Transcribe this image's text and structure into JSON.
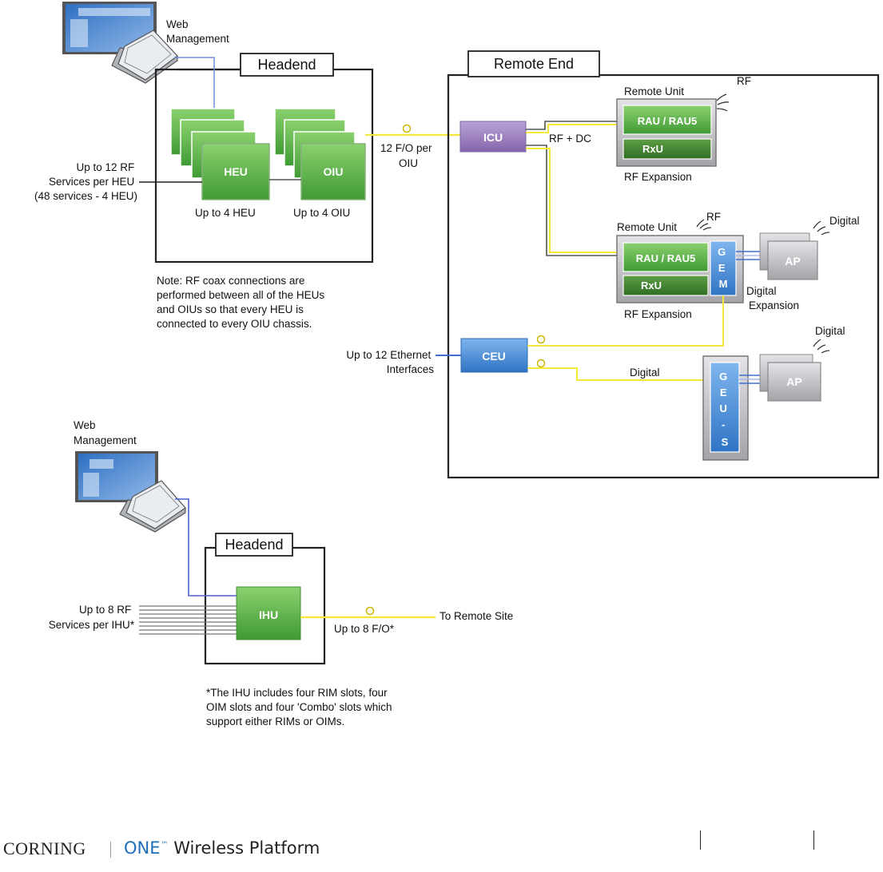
{
  "top": {
    "web_management": [
      "Web",
      "Management"
    ],
    "headend_title": "Headend",
    "remote_end_title": "Remote End",
    "heu": "HEU",
    "oiu": "OIU",
    "up_to_4_heu": "Up to 4 HEU",
    "up_to_4_oiu": "Up to 4 OIU",
    "rf_services": [
      "Up to 12 RF",
      "Services per HEU",
      "(48 services - 4 HEU)"
    ],
    "fo_per_oiu": [
      "12 F/O per",
      "OIU"
    ],
    "note": [
      "Note: RF coax connections are",
      "performed between all of the HEUs",
      "and OIUs so that every HEU is",
      "connected to every OIU chassis."
    ],
    "icu": "ICU",
    "rf_dc": "RF + DC",
    "remote_unit": "Remote Unit",
    "rf": "RF",
    "rau": "RAU / RAU5",
    "rxu": "RxU",
    "rf_expansion": "RF Expansion",
    "gem": [
      "G",
      "E",
      "M"
    ],
    "ap": "AP",
    "digital": "Digital",
    "digital_expansion": [
      "Digital",
      "Expansion"
    ],
    "ceu": "CEU",
    "ethernet": [
      "Up to 12 Ethernet",
      "Interfaces"
    ],
    "geu": [
      "G",
      "E",
      "U",
      "-",
      "S"
    ]
  },
  "bottom": {
    "web_management": [
      "Web",
      "Management"
    ],
    "headend_title": "Headend",
    "ihu": "IHU",
    "rf_services": [
      "Up to 8 RF",
      "Services per IHU*"
    ],
    "fo": "Up to 8 F/O*",
    "remote_site": "To Remote Site",
    "footnote": [
      "*The IHU includes four RIM slots, four",
      "OIM slots and four 'Combo' slots which",
      "support either RIMs or OIMs."
    ]
  },
  "footer": {
    "brand": "CORNING",
    "product_one": "ONE",
    "trademark": "™",
    "product_rest": " Wireless Platform"
  },
  "colors": {
    "green": "#5fb04a",
    "purple": "#9b7fbe",
    "blue": "#4b8fd6",
    "gray": "#b8b8bc",
    "fiber": "#f5e83a",
    "coax": "#555555",
    "ethernet": "#3f6fd0"
  }
}
